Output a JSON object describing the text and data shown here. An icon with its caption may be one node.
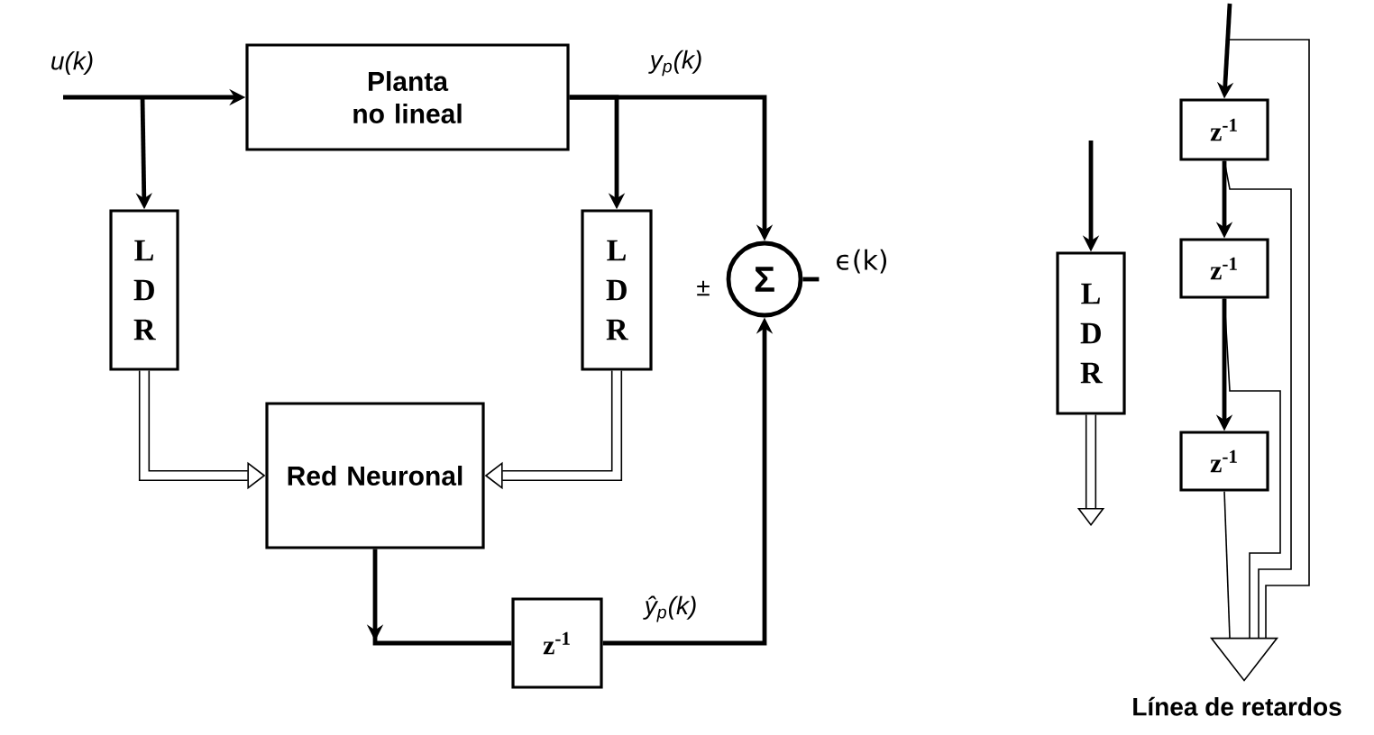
{
  "diagram": {
    "nodes": [
      {
        "text": [
          "Planta no lineal"
        ]
      },
      {
        "text": [
          "L D R"
        ]
      },
      {
        "text": [
          "L D R"
        ]
      },
      {
        "text": [
          "Σ"
        ]
      },
      {
        "text": [
          "Red Neuronal"
        ]
      },
      {
        "text": [
          "z$^{-1}$"
        ]
      },
      {
        "text": [
          "L D R"
        ]
      },
      {
        "text": [
          "z$^{-1}$"
        ]
      },
      {
        "text": [
          "z$^{-1}$"
        ]
      },
      {
        "text": [
          "z$^{-1}$"
        ]
      },
      {
        "text": [],
        "shape": "triangle",
        "beside": [
          "Línea de retardos"
        ]
      }
    ],
    "edges": [
      {
        "from": null,
        "to": 0,
        "arrow": "to"
      },
      {
        "from": null,
        "to": 1,
        "arrow": "to"
      },
      {
        "from": 0,
        "to": 2,
        "arrow": "to"
      },
      {
        "from": 0,
        "to": 3,
        "arrow": "to"
      },
      {
        "from": 1,
        "to": 4,
        "arrow": "to",
        "style": "thick"
      },
      {
        "from": 2,
        "to": 4,
        "arrow": "to",
        "style": "thick"
      },
      {
        "from": 4,
        "to": 5,
        "arrow": "to"
      },
      {
        "from": 5,
        "to": 3,
        "arrow": "to"
      },
      {
        "from": null,
        "to": 6,
        "arrow": "to"
      },
      {
        "from": 6,
        "to": null,
        "arrow": "to",
        "style": "thick"
      },
      {
        "from": null,
        "to": 7,
        "arrow": "to"
      },
      {
        "from": 7,
        "to": 8,
        "arrow": "to"
      },
      {
        "from": 8,
        "to": 9,
        "arrow": "to"
      },
      {
        "from": null,
        "to": 10,
        "arrow": "none"
      },
      {
        "from": 7,
        "to": 10,
        "arrow": "none"
      },
      {
        "from": 8,
        "to": 10,
        "arrow": "none"
      },
      {
        "from": 9,
        "to": 10,
        "arrow": "none"
      }
    ],
    "labels": [
      "u(k)",
      "y$_{p}$(k)",
      "±",
      "ϵ(k)",
      "ŷ$_{p}$(k)"
    ]
  }
}
